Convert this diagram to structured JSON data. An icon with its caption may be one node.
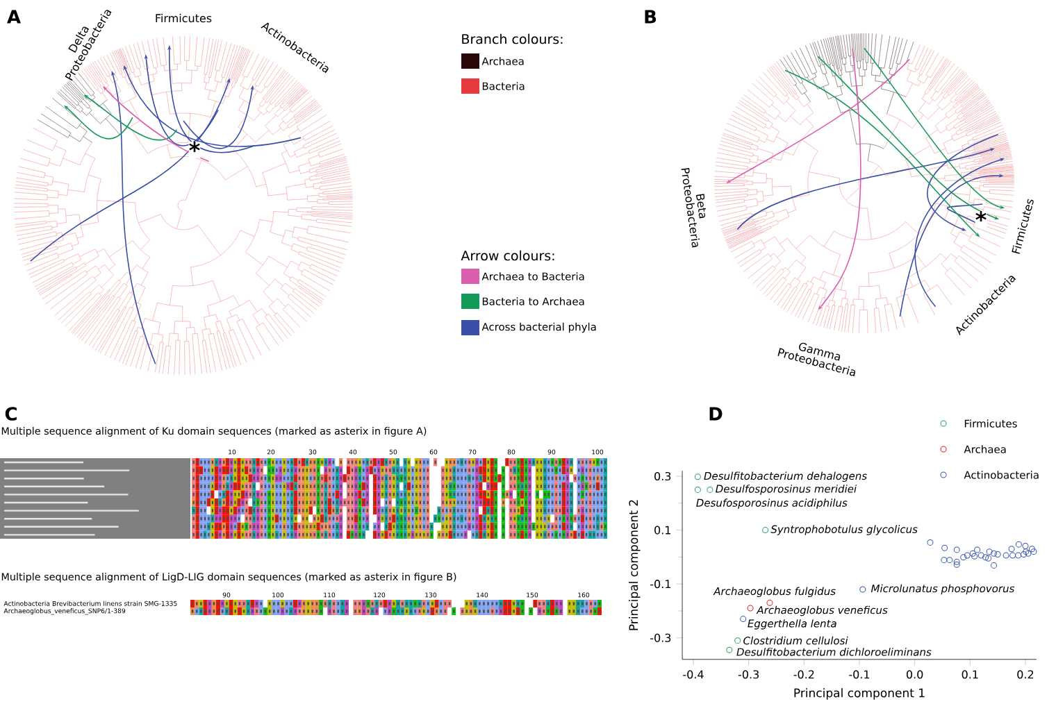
{
  "diagram": {
    "labels": [
      "A",
      "Delta Proteobacteria",
      "Firmicutes",
      "Actinobacteria",
      "*",
      "Branch colours:",
      "B",
      "Beta Proteobacteria",
      "*",
      "Firmicutes",
      "Actinobacteria",
      "Gamma Proteobacteria",
      "Arrow colours:",
      "C",
      "D",
      "Multiple sequence alignment of Ku domain sequences (marked as asterix in figure A)",
      "10",
      "20",
      "30",
      "40",
      "50",
      "60",
      "70",
      "80",
      "90",
      "100",
      "Multiple sequence alignment of LigD-LIG domain sequences (marked as asterix in figure B)",
      "90",
      "100",
      "110",
      "120",
      "130",
      "140",
      "150",
      "160",
      "Actinobacteria Brevibacterium linens strain SMG-1335",
      "Archaeoglobus_veneficus_SNP6/1-389"
    ],
    "legend": [
      {
        "text": "Archaea",
        "color": "#2a0808"
      },
      {
        "text": "Bacteria",
        "color": "#e8393c"
      },
      {
        "text": "Archaea to Bacteria",
        "color": "#d95fae"
      },
      {
        "text": "Bacteria to Archaea",
        "color": "#139a58"
      },
      {
        "text": "Across bacterial phyla",
        "color": "#3a4fa8"
      }
    ],
    "chart_data": {
      "type": "scatter",
      "xlabel": "Principal component 1",
      "ylabel": "Principal component 2",
      "xlim": [
        -0.42,
        0.22
      ],
      "ylim": [
        -0.38,
        0.32
      ],
      "xticks": [
        -0.4,
        -0.3,
        -0.2,
        -0.1,
        {
          "value": 0,
          "label": "0.0"
        },
        0.1,
        0.2
      ],
      "legend": true,
      "yticks": [
        -0.3,
        -0.1,
        0.1,
        0.3
      ],
      "series": [
        {
          "name": "Firmicutes",
          "color": "#2ca25f",
          "x": [
            -0.392,
            -0.392,
            -0.37,
            -0.27,
            -0.32,
            -0.335
          ],
          "values": [
            0.298,
            0.25,
            0.25,
            0.1,
            -0.31,
            -0.345
          ]
        },
        {
          "name": "Archaea",
          "color": "#e31a1c",
          "x": [
            -0.262,
            -0.297
          ],
          "values": [
            -0.17,
            -0.19
          ]
        },
        {
          "name": "Actinobacteria",
          "color": "#3a56b0",
          "x": [
            -0.31,
            -0.094,
            0.028,
            0.054,
            0.076,
            0.113,
            0.135,
            0.15,
            0.175,
            0.188,
            0.2,
            0.212,
            0.215,
            0.063,
            0.076,
            0.088,
            0.095,
            0.108,
            0.12,
            0.133,
            0.143,
            0.165,
            0.177,
            0.187,
            0.076,
            0.053,
            0.143,
            0.201,
            0.205,
            0.197,
            0.105,
            0.128
          ],
          "values": [
            -0.23,
            -0.12,
            0.054,
            0.034,
            0.027,
            0.027,
            0.02,
            0.01,
            0.03,
            0.047,
            0.041,
            0.03,
            0.02,
            -0.011,
            -0.018,
            -0.001,
            0.006,
            0.003,
            0.006,
            -0.005,
            0.013,
            0.006,
            0.006,
            0.006,
            -0.028,
            -0.011,
            -0.031,
            0.02,
            0.013,
            0.01,
            0.013,
            -0.001
          ]
        }
      ],
      "annotations": [
        {
          "text": "Desulfitobacterium dehalogens",
          "x": -0.383,
          "y": 0.298
        },
        {
          "text": "Desulfosporosinus meridiei",
          "x": -0.362,
          "y": 0.25
        },
        "Desufosporosinus acidiphilus",
        {
          "text": "Syntrophobotulus glycolicus",
          "x": -0.262,
          "y": 0.1
        },
        "Archaeoglobus fulgidus",
        {
          "text": "Archaeoglobus veneficus",
          "x": -0.287,
          "y": -0.2
        },
        {
          "text": "Eggerthella lenta",
          "x": -0.304,
          "y": -0.25
        },
        {
          "text": "Microlunatus phosphovorus",
          "x": -0.081,
          "y": -0.12
        },
        {
          "text": "Clostridium cellulosi",
          "x": -0.312,
          "y": -0.31
        },
        {
          "text": "Desulfitobacterium dichloroeliminans",
          "x": -0.324,
          "y": -0.352
        }
      ]
    }
  }
}
